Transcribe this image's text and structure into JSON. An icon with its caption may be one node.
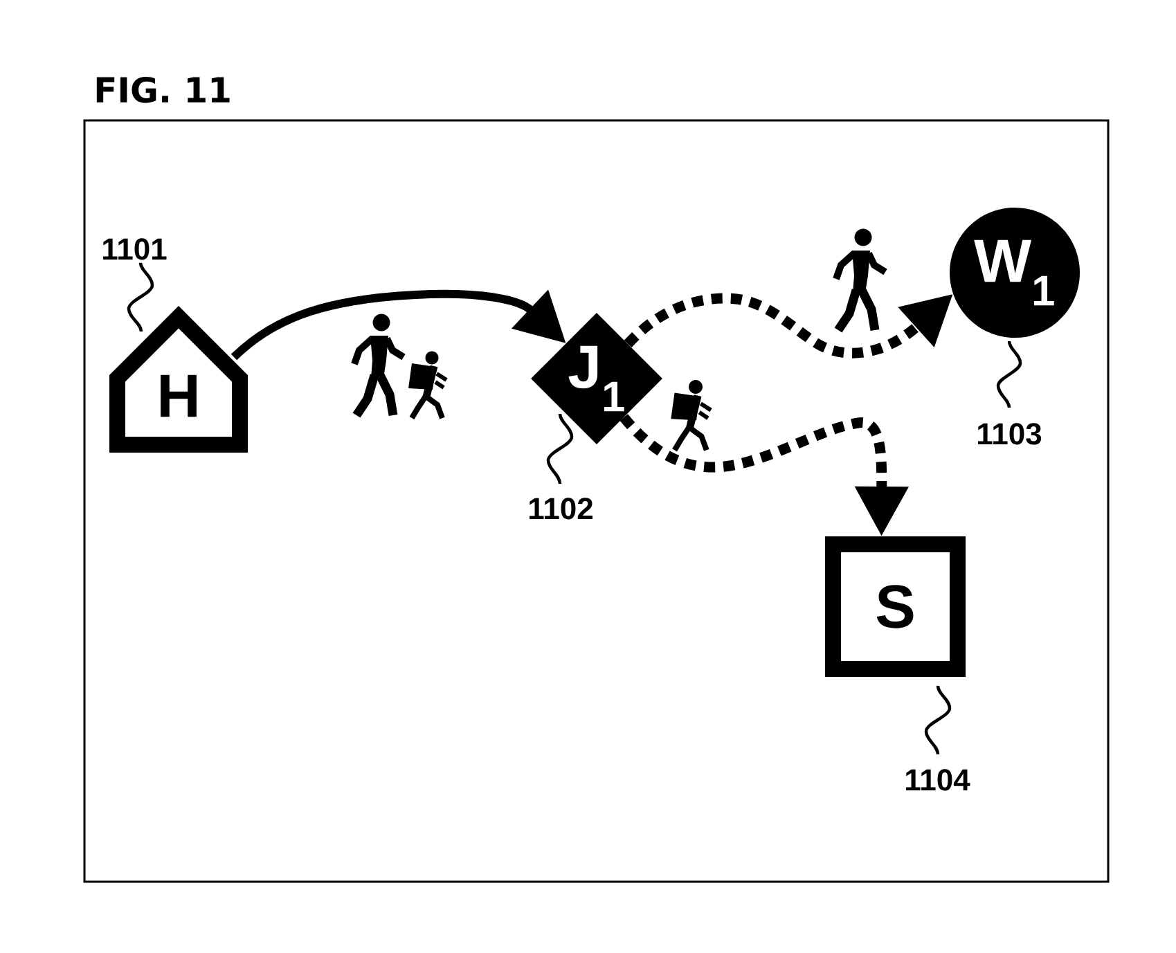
{
  "diagram": {
    "title": "FIG. 11",
    "nodes": [
      {
        "text": [
          "H"
        ]
      },
      {
        "text": [
          "J$_{1}$"
        ]
      },
      {
        "text": [
          "W$_{1}$"
        ]
      },
      {
        "text": [
          "S"
        ]
      },
      {
        "text": [
          "1101"
        ]
      },
      {
        "text": [
          "1102"
        ]
      },
      {
        "text": [
          "1103"
        ]
      },
      {
        "text": [
          "1104"
        ]
      }
    ],
    "edges": [
      {
        "from": 0,
        "to": 1,
        "arrow": "to",
        "style": "thick"
      },
      {
        "from": 1,
        "to": 2,
        "arrow": "to",
        "style": "dashed"
      },
      {
        "from": 1,
        "to": 3,
        "arrow": "to",
        "style": "dashed"
      },
      {
        "from": 4,
        "to": 0,
        "arrow": "none"
      },
      {
        "from": 5,
        "to": 1,
        "arrow": "none"
      },
      {
        "from": 6,
        "to": 2,
        "arrow": "none"
      },
      {
        "from": 7,
        "to": 3,
        "arrow": "none"
      }
    ]
  }
}
